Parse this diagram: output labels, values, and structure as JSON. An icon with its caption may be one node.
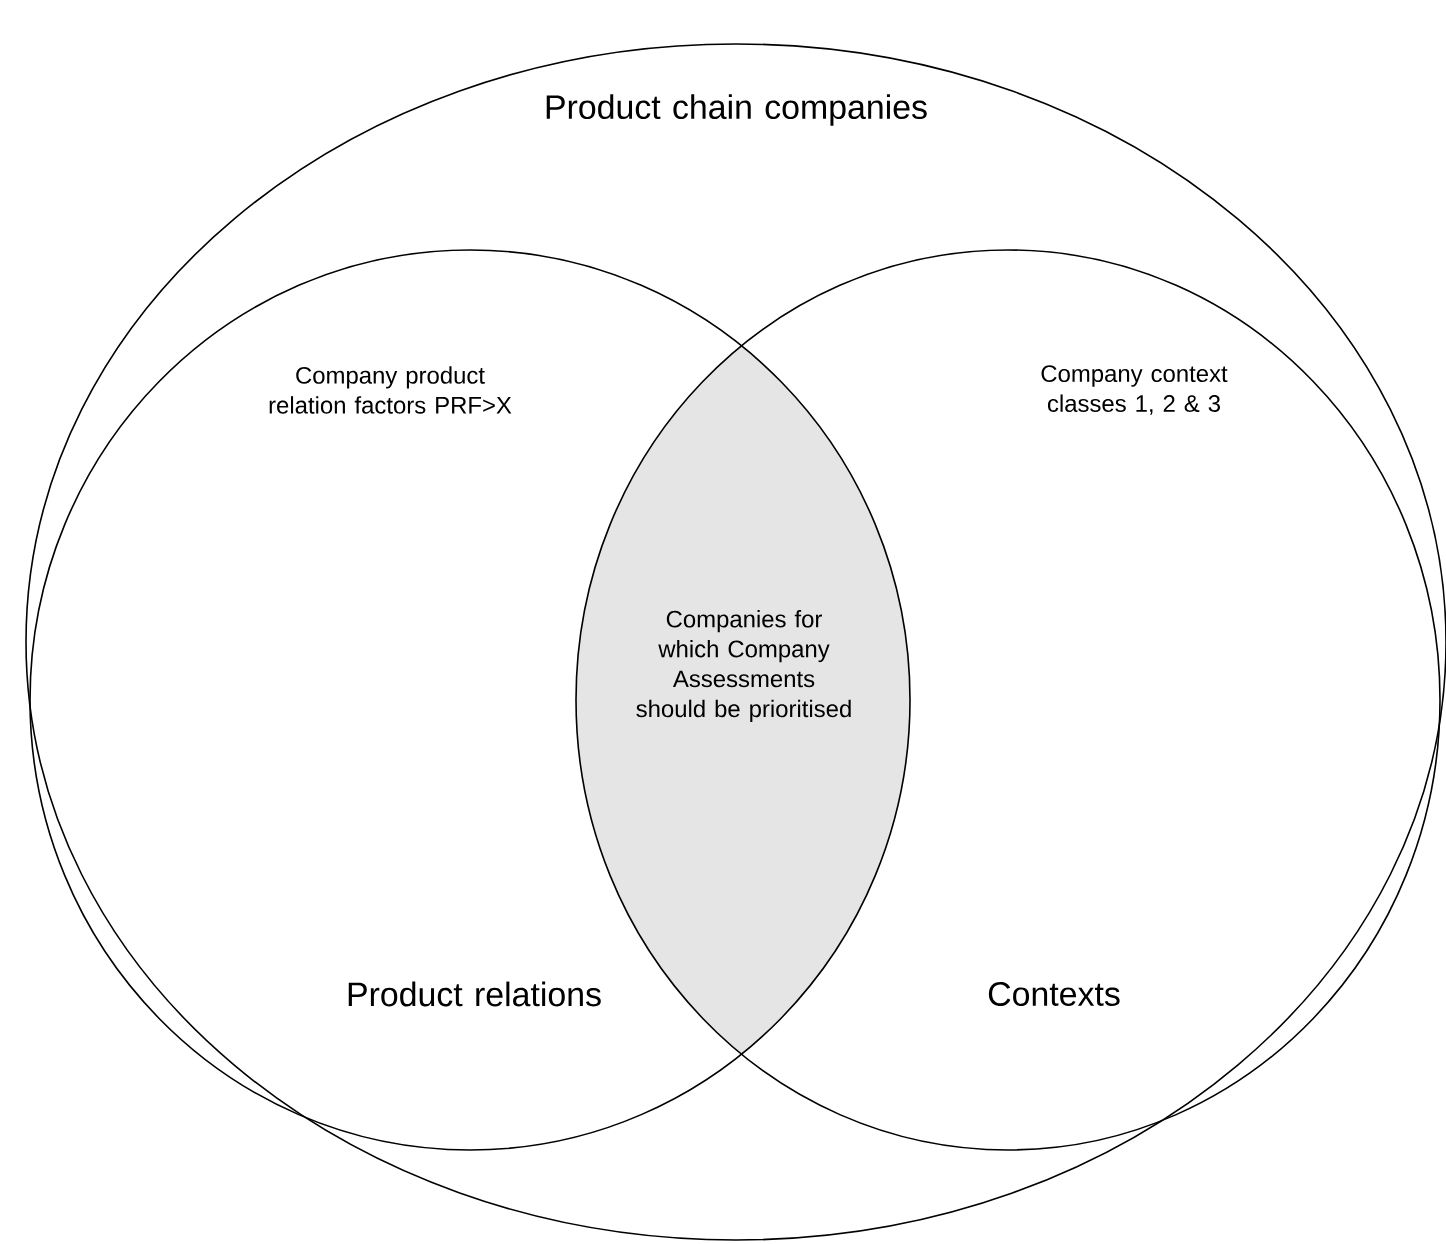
{
  "diagram": {
    "nodes": [
      {
        "text": [
          "Product chain companies"
        ]
      },
      {
        "text": [
          "Company product relation factors PRF>X",
          "Product relations"
        ],
        "in": 0
      },
      {
        "text": [
          "Company context classes 1, 2 & 3",
          "Contexts"
        ],
        "in": 0
      },
      {
        "text": [
          "Companies for which Company Assessments should be prioritised"
        ]
      }
    ]
  }
}
